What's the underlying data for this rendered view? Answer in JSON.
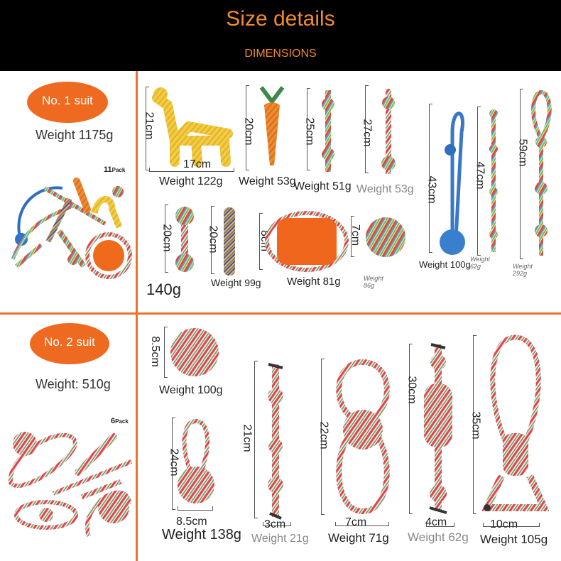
{
  "header": {
    "title": "Size details",
    "subtitle": "DIMENSIONS"
  },
  "colors": {
    "accent": "#ef6a21",
    "header_bg": "#000000",
    "title_text": "#f08a2c"
  },
  "suit1": {
    "badge": "No. 1 suit",
    "weight": "Weight 1175g",
    "pack_count": "11",
    "pack_word": "Pack",
    "items": [
      {
        "name": "giraffe",
        "height": "21cm",
        "width": "17cm",
        "weight": "Weight 122g"
      },
      {
        "name": "carrot",
        "height": "20cm",
        "weight": "Weight 53g"
      },
      {
        "name": "rope-25",
        "height": "25cm",
        "weight": "Weight 51g"
      },
      {
        "name": "rope-27",
        "height": "27cm",
        "weight": "Weight 53g"
      },
      {
        "name": "ball-rope-blue",
        "height": "43cm",
        "weight": "Weight 100g"
      },
      {
        "name": "rope-47",
        "height": "47cm",
        "weight": "Weight 62g"
      },
      {
        "name": "rope-59",
        "height": "59cm",
        "weight": "Weight 292g"
      },
      {
        "name": "bone-knot",
        "height": "20cm",
        "weight": "140g"
      },
      {
        "name": "braid",
        "height": "20cm",
        "weight": "Weight 99g"
      },
      {
        "name": "frisbee",
        "height": "8cm",
        "weight": "Weight 81g"
      },
      {
        "name": "ball",
        "height": "7cm",
        "weight": "Weight 86g"
      }
    ]
  },
  "suit2": {
    "badge": "No. 2 suit",
    "weight": "Weight: 510g",
    "pack_count": "6",
    "pack_word": "Pack",
    "items": [
      {
        "name": "ball",
        "height": "8.5cm",
        "weight": "Weight 100g"
      },
      {
        "name": "loop-ball",
        "height": "24cm",
        "width": "8.5cm",
        "weight": "Weight 138g"
      },
      {
        "name": "knot-rope",
        "height": "21cm",
        "width": "3cm",
        "weight": "Weight 21g"
      },
      {
        "name": "double-loop",
        "height": "22cm",
        "width": "7cm",
        "weight": "Weight 71g"
      },
      {
        "name": "thick-knot",
        "height": "30cm",
        "width": "4cm",
        "weight": "Weight 62g"
      },
      {
        "name": "loop-handle",
        "height": "35cm",
        "width": "10cm",
        "weight": "Weight 105g"
      }
    ]
  }
}
